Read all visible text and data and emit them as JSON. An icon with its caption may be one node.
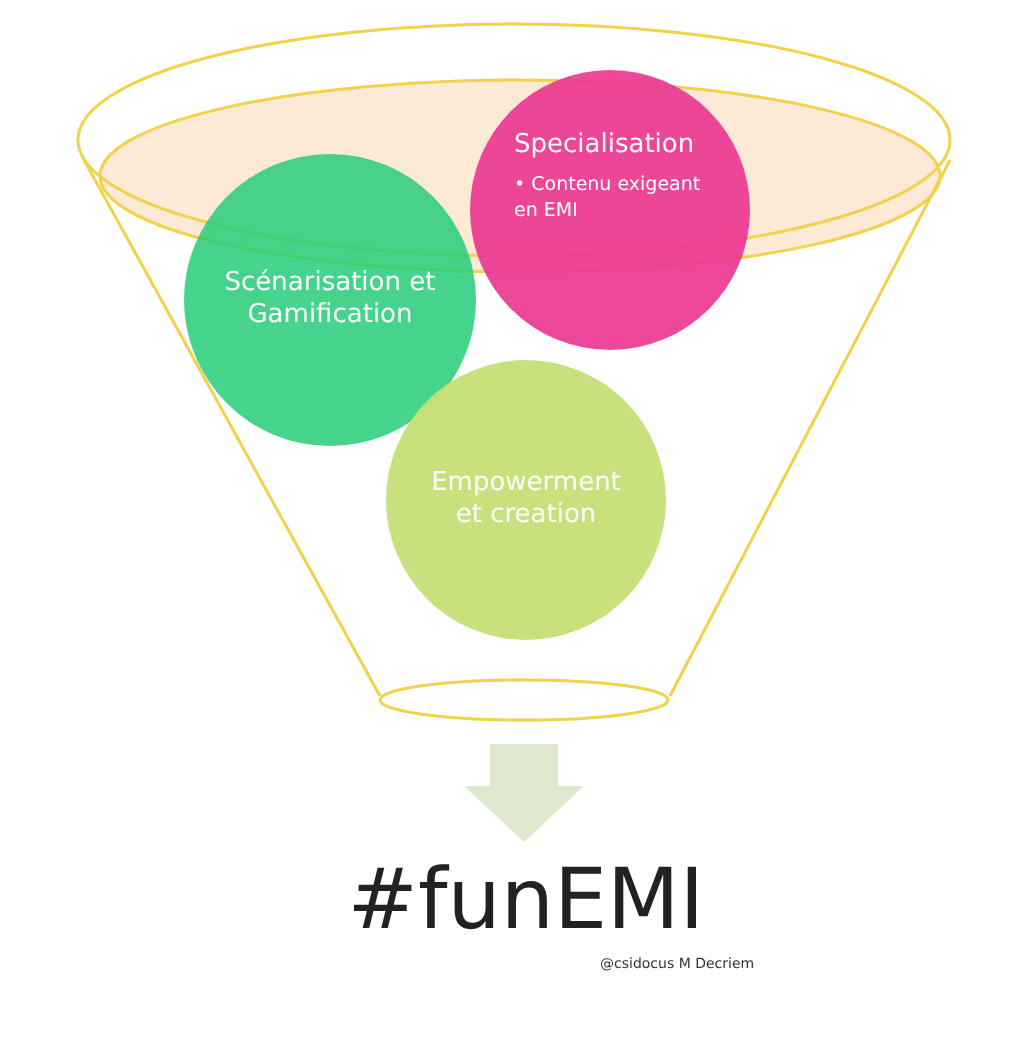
{
  "diagram": {
    "nodes": [
      {
        "text": [],
        "shape": "funnel"
      },
      {
        "text": [
          "Scénarisation et Gamification"
        ],
        "in": 0
      },
      {
        "text": [
          "Specialisation",
          "• Contenu exigeant en EMI"
        ],
        "in": 0
      },
      {
        "text": [
          "Empowerment et creation"
        ],
        "in": 0
      },
      {
        "text": [
          "#funEMI"
        ]
      }
    ],
    "edges": [
      {
        "from": 0,
        "to": 4,
        "arrow": "to",
        "color": "#dfe9cf"
      }
    ],
    "labels": [
      "@csidocus M Decriem"
    ]
  }
}
